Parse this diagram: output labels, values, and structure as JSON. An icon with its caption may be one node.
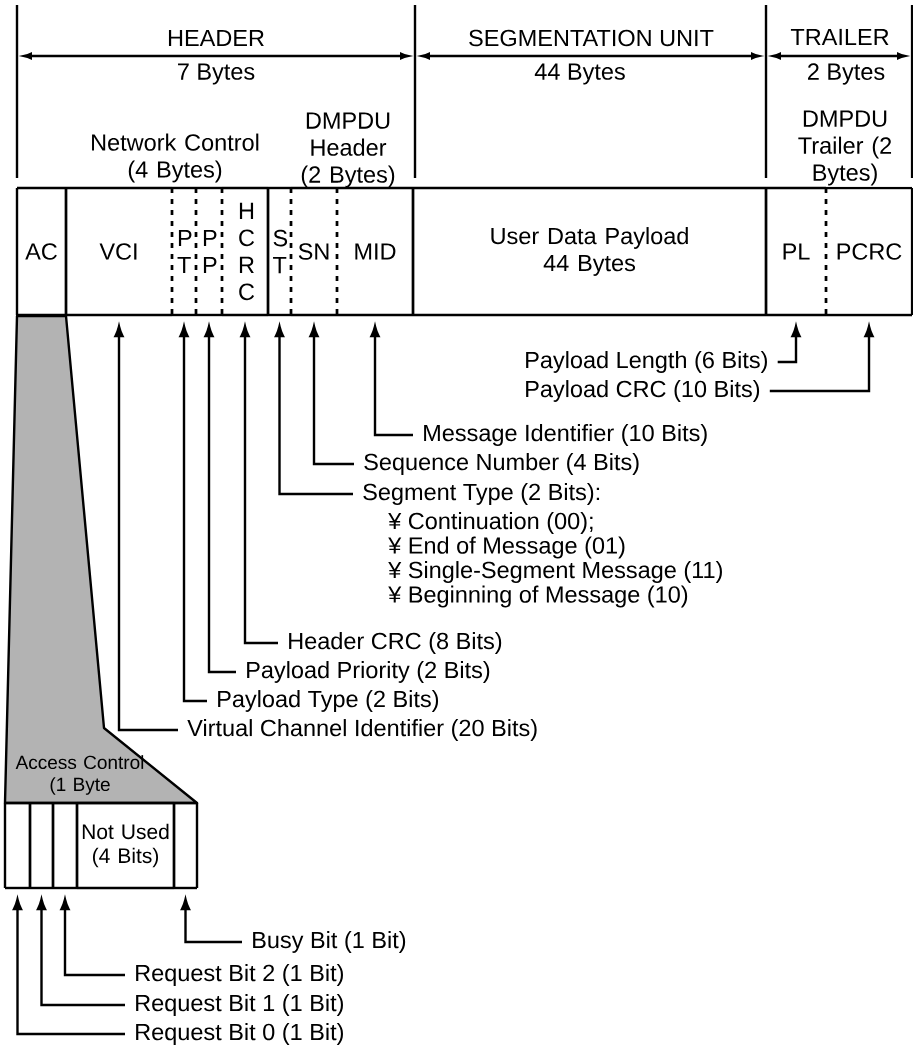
{
  "diagram": {
    "nodes": [
      {
        "text": [
          "AC"
        ]
      },
      {
        "text": [
          "VCI"
        ]
      },
      {
        "text": [
          "P T"
        ]
      },
      {
        "text": [
          "P P"
        ]
      },
      {
        "text": [
          "H C R C"
        ]
      },
      {
        "text": [
          "S T"
        ]
      },
      {
        "text": [
          "SN"
        ]
      },
      {
        "text": [
          "MID"
        ]
      },
      {
        "text": [
          "User Data Payload",
          "44 Bytes"
        ]
      },
      {
        "text": [
          "PL"
        ]
      },
      {
        "text": [
          "PCRC"
        ]
      },
      {
        "text": [
          "Payload Length (6 Bits)"
        ]
      },
      {
        "text": [
          "Payload CRC (10 Bits)"
        ]
      },
      {
        "text": [
          "Message Identifier (10 Bits)"
        ]
      },
      {
        "text": [
          "Sequence Number (4 Bits)"
        ]
      },
      {
        "text": [
          "Segment Type (2 Bits):"
        ],
        "beside": [
          "¥ Continuation (00);",
          "¥ End of Message (01)",
          "¥ Single-Segment Message (11)",
          "¥ Beginning of Message (10)"
        ]
      },
      {
        "text": [
          "Header CRC (8 Bits)"
        ]
      },
      {
        "text": [
          "Payload Priority (2 Bits)"
        ]
      },
      {
        "text": [
          "Payload Type (2 Bits)"
        ]
      },
      {
        "text": [
          "Virtual Channel Identifier (20 Bits)"
        ]
      },
      {
        "text": [
          "Access Control (1 Byte"
        ]
      },
      {
        "text": [],
        "shape": "box"
      },
      {
        "text": [],
        "shape": "box"
      },
      {
        "text": [],
        "shape": "box"
      },
      {
        "text": [
          "Not Used (4 Bits)"
        ]
      },
      {
        "text": [],
        "shape": "box"
      },
      {
        "text": [
          "Busy Bit (1 Bit)"
        ]
      },
      {
        "text": [
          "Request Bit 2 (1 Bit)"
        ]
      },
      {
        "text": [
          "Request Bit 1 (1 Bit)"
        ]
      },
      {
        "text": [
          "Request Bit 0 (1 Bit)"
        ]
      }
    ],
    "edges": [
      {
        "from": 11,
        "to": 9,
        "arrow": "to"
      },
      {
        "from": 12,
        "to": 10,
        "arrow": "to"
      },
      {
        "from": 13,
        "to": 7,
        "arrow": "to"
      },
      {
        "from": 14,
        "to": 6,
        "arrow": "to"
      },
      {
        "from": 15,
        "to": 5,
        "arrow": "to"
      },
      {
        "from": 16,
        "to": 4,
        "arrow": "to"
      },
      {
        "from": 17,
        "to": 3,
        "arrow": "to"
      },
      {
        "from": 18,
        "to": 2,
        "arrow": "to"
      },
      {
        "from": 19,
        "to": 1,
        "arrow": "to"
      },
      {
        "from": 26,
        "to": 25,
        "arrow": "to"
      },
      {
        "from": 27,
        "to": 23,
        "arrow": "to"
      },
      {
        "from": 28,
        "to": 22,
        "arrow": "to"
      },
      {
        "from": 29,
        "to": 21,
        "arrow": "to"
      }
    ],
    "labels": [
      "HEADER",
      "7 Bytes",
      "SEGMENTATION UNIT",
      "44 Bytes",
      "TRAILER",
      "2 Bytes",
      "Network Control (4 Bytes)",
      "DMPDU Header (2 Bytes)",
      "DMPDU Trailer (2 Bytes)"
    ]
  }
}
